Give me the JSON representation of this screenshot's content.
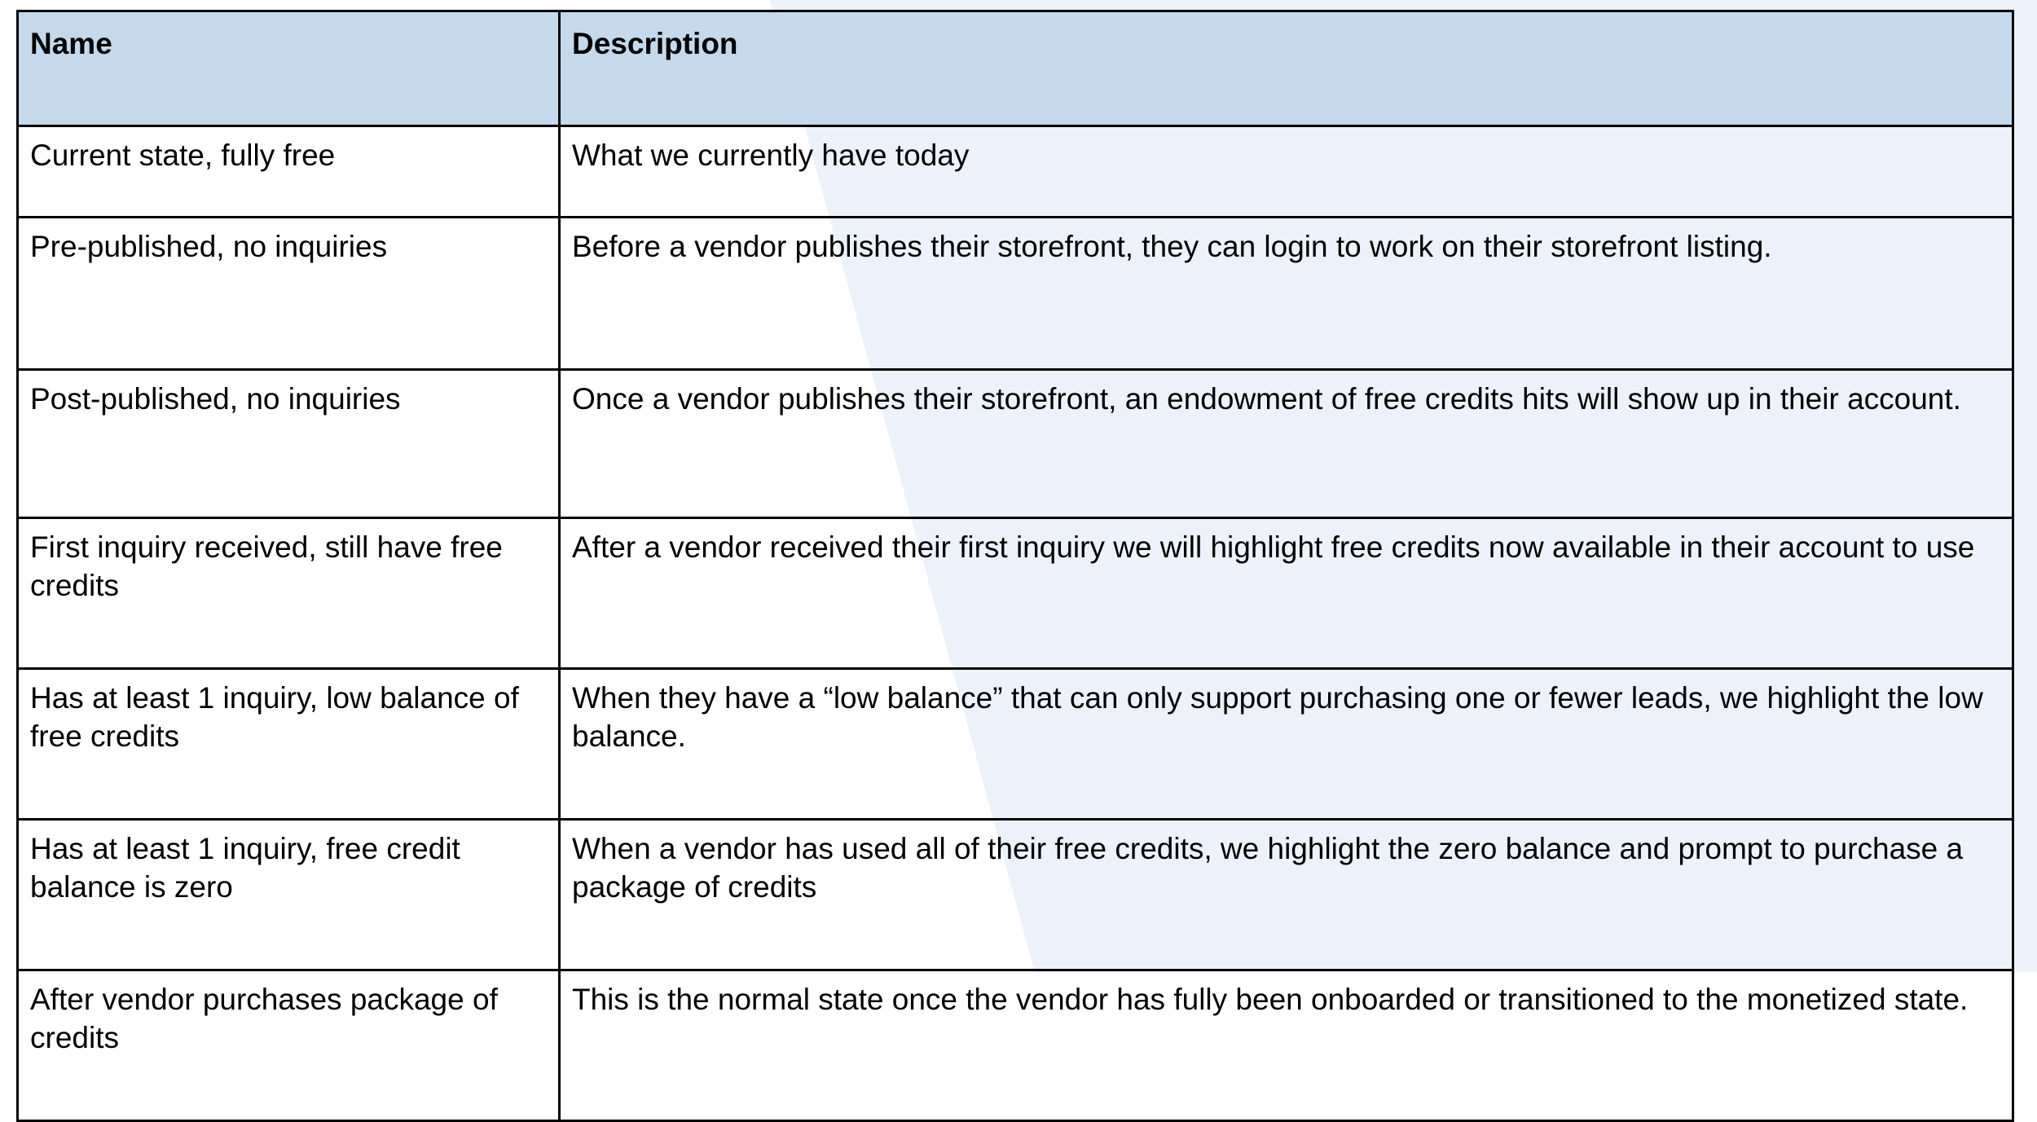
{
  "background": {
    "left_color": "#ffffff",
    "right_tint_color": "#edf2fa",
    "shape": "diagonal-split"
  },
  "table": {
    "header_background": "#c5d9ed",
    "border_color": "#000000",
    "columns": [
      "Name",
      "Description"
    ],
    "header": {
      "name": "Name",
      "description": "Description"
    },
    "rows": [
      {
        "name": "Current state, fully free",
        "description": "What we currently have today"
      },
      {
        "name": "Pre-published, no inquiries",
        "description": "Before a vendor publishes their storefront, they can login to work on their storefront listing."
      },
      {
        "name": "Post-published, no inquiries",
        "description": "Once a vendor publishes their storefront, an endowment of free credits hits will show up in their account."
      },
      {
        "name": "First inquiry received, still have free credits",
        "description": "After a vendor received their first inquiry we will highlight free credits now available in their account to use"
      },
      {
        "name": "Has at least 1 inquiry, low balance of free credits",
        "description": "When they have a “low balance” that can only support purchasing one or fewer leads, we highlight the low balance."
      },
      {
        "name": "Has at least 1 inquiry, free credit balance is zero",
        "description": "When a vendor has used all of their free credits, we highlight the zero balance and prompt to purchase a package of credits"
      },
      {
        "name": "After vendor purchases package of credits",
        "description": "This is the normal state once the vendor has fully been onboarded or transitioned to the monetized state."
      }
    ]
  }
}
